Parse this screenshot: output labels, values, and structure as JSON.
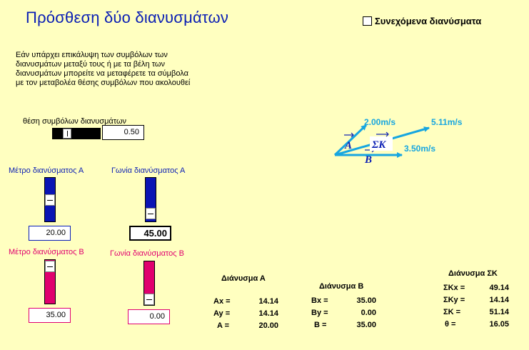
{
  "title": "Πρόσθεση δύο διανυσμάτων",
  "checkbox": {
    "label": "Συνεχόμενα διανύσματα",
    "checked": false
  },
  "instructions": "Εάν υπάρχει επικάλυψη των συμβόλων των διανυσμάτων μεταξύ τους ή με τα βέλη των διανυσμάτων μπορείτε να μεταφέρετε τα σύμβολα με τον μεταβολέα θέσης συμβόλων που ακολουθεί",
  "symbol_pos": {
    "label": "θέση συμβόλων διανυσμάτων",
    "value": "0.50"
  },
  "sliders": {
    "mag_a": {
      "label": "Μέτρο διανύσματος  Α",
      "value": "20.00"
    },
    "ang_a": {
      "label": "Γωνία διανύσματος Α",
      "value": "45.00"
    },
    "mag_b": {
      "label": "Μέτρο διανύσματος Β",
      "value": "35.00"
    },
    "ang_b": {
      "label": "Γωνία διανύσματος Β",
      "value": "0.00"
    }
  },
  "diagram": {
    "label_a": "A",
    "label_b": "B",
    "label_sum": "ΣΚ",
    "mag_a_text": "2.00m/s",
    "mag_sum_text": "5.11m/s",
    "mag_b_text": "3.50m/s"
  },
  "vector_a": {
    "heading": "Διάνυσμα Α",
    "rows": [
      [
        "Ax =",
        "14.14"
      ],
      [
        "Ay =",
        "14.14"
      ],
      [
        "A  =",
        "20.00"
      ]
    ]
  },
  "vector_b": {
    "heading": "Διάνυσμα Β",
    "rows": [
      [
        "Bx =",
        "35.00"
      ],
      [
        "By =",
        "0.00"
      ],
      [
        "B  =",
        "35.00"
      ]
    ]
  },
  "vector_sum": {
    "heading": "Διάνυσμα ΣΚ",
    "rows": [
      [
        "ΣΚx =",
        "49.14"
      ],
      [
        "ΣΚy =",
        "14.14"
      ],
      [
        "ΣΚ  =",
        "51.14"
      ],
      [
        "θ   =",
        "16.05"
      ]
    ]
  },
  "colors": {
    "blue": "#0A1EB4",
    "pink": "#E0006E",
    "cyan": "#17A6E0",
    "background": "#FFFFC0"
  }
}
